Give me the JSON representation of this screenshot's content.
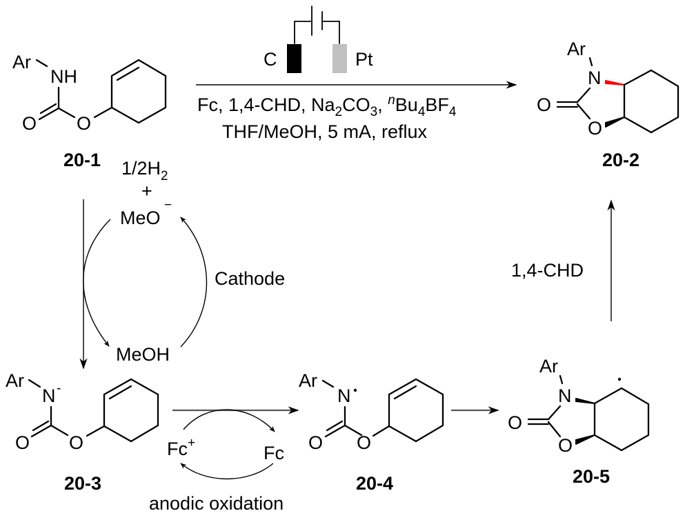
{
  "scheme": {
    "compounds": {
      "c20_1": {
        "id": "20-1",
        "ar": "Ar",
        "n": "NH",
        "o_carbonyl": "O",
        "o_ester": "O"
      },
      "c20_2": {
        "id": "20-2",
        "ar": "Ar",
        "n": "N",
        "o_carbonyl": "O",
        "o_ring": "O"
      },
      "c20_3": {
        "id": "20-3",
        "ar": "Ar",
        "n": "N",
        "charge": "-",
        "o_carbonyl": "O",
        "o_ester": "O"
      },
      "c20_4": {
        "id": "20-4",
        "ar": "Ar",
        "n": "N",
        "radical": "·",
        "o_carbonyl": "O",
        "o_ester": "O"
      },
      "c20_5": {
        "id": "20-5",
        "ar": "Ar",
        "n": "N",
        "o_carbonyl": "O",
        "o_ring": "O",
        "radical": "·"
      }
    },
    "electrodes": {
      "anode": "C",
      "cathode": "Pt",
      "anode_color": "#000000",
      "cathode_color": "#c0c0c0"
    },
    "conditions": {
      "line1": {
        "a": "Fc, 1,4-CHD, Na",
        "sub1": "2",
        "b": "CO",
        "sub2": "3",
        "c": ", ",
        "sup": "n",
        "d": "Bu",
        "sub3": "4",
        "e": "BF",
        "sub4": "4"
      },
      "line2": "THF/MeOH, 5 mA, reflux"
    },
    "cathode_cycle": {
      "h2": {
        "a": "1/2H",
        "sub": "2"
      },
      "plus": "+",
      "meo": "MeO",
      "meo_charge": "−",
      "meoh": "MeOH",
      "label": "Cathode"
    },
    "anode_cycle": {
      "fc_plus": "Fc",
      "fc_plus_charge": "+",
      "fc": "Fc",
      "label": "anodic oxidation"
    },
    "hat_step": {
      "label": "1,4-CHD"
    },
    "colors": {
      "stereo_wedge_highlight": "#ff0000",
      "ink": "#000000"
    }
  }
}
